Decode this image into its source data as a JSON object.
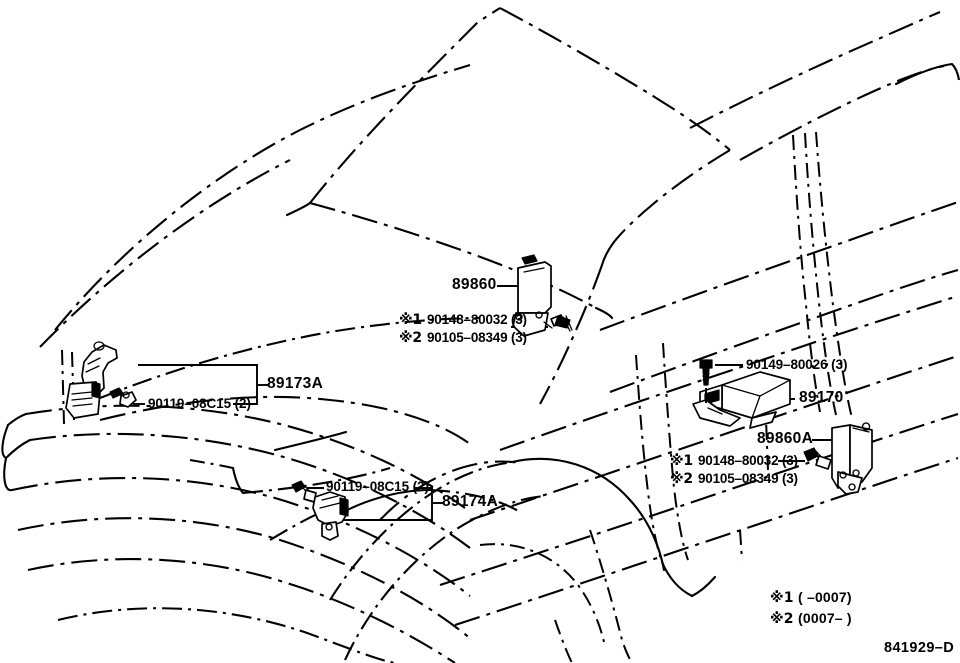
{
  "diagram": {
    "code": "841929-D",
    "title": "Toyota parts diagram - ECU and sensors",
    "line_color": "#000000",
    "background": "#ffffff"
  },
  "parts": [
    {
      "id": "89860",
      "label": "89860",
      "name": "front-airbag-sensor-left",
      "fasteners": [
        {
          "mark": "※1",
          "number": "90148–80032 (3)"
        },
        {
          "mark": "※2",
          "number": "90105–08349 (3)"
        }
      ]
    },
    {
      "id": "89173A",
      "label": "89173A",
      "name": "front-airbag-sensor-bracket-left",
      "fasteners": [
        {
          "mark": "",
          "number": "90119–08C15 (2)"
        }
      ]
    },
    {
      "id": "89174A",
      "label": "89174A",
      "name": "front-airbag-sensor-bracket-right",
      "fasteners": [
        {
          "mark": "",
          "number": "90119–08C15 (2)"
        }
      ]
    },
    {
      "id": "89170",
      "label": "89170",
      "name": "airbag-control-ecu",
      "fasteners": [
        {
          "mark": "",
          "number": "90149–80026 (3)"
        }
      ]
    },
    {
      "id": "89860A",
      "label": "89860A",
      "name": "front-airbag-sensor-right",
      "fasteners": [
        {
          "mark": "※1",
          "number": "90148–80032 (3)"
        },
        {
          "mark": "※2",
          "number": "90105–08349 (3)"
        }
      ]
    }
  ],
  "labels": {
    "p89860": "89860",
    "p89173A": "89173A",
    "p89174A": "89174A",
    "p89170": "89170",
    "p89860A": "89860A",
    "bolt_90148_1": "90148–80032 (3)",
    "bolt_90105_1": "90105–08349 (3)",
    "bolt_90148_2": "90148–80032 (3)",
    "bolt_90105_2": "90105–08349 (3)",
    "bolt_90119_left": "90119–08C15 (2)",
    "bolt_90119_right": "90119–08C15 (2)",
    "bolt_90149": "90149–80026 (3)",
    "mark1": "※1",
    "mark2": "※2",
    "mark1_b": "※1",
    "mark2_b": "※2"
  },
  "footnotes": [
    {
      "mark": "※1",
      "range": "(     –0007)"
    },
    {
      "mark": "※2",
      "range": "(0007–     )"
    }
  ],
  "footer": {
    "code": "841929–D"
  }
}
